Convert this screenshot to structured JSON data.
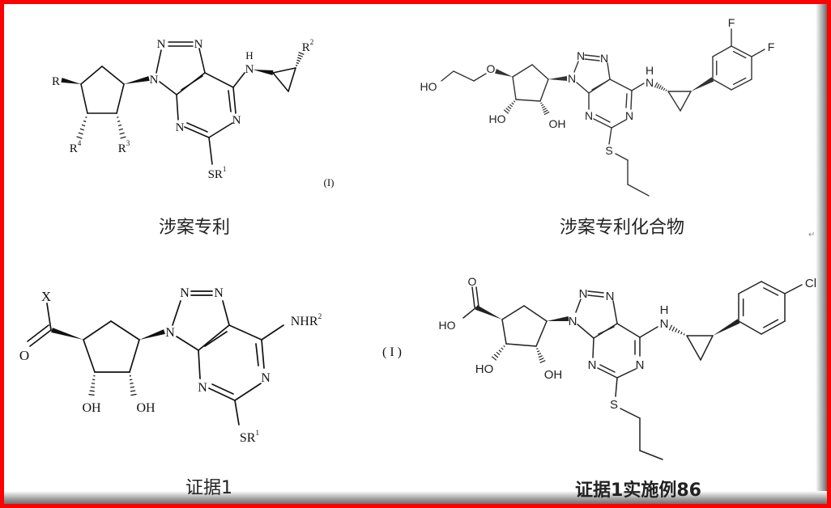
{
  "panels": {
    "patent": {
      "caption": "涉案专利",
      "formula_label": "(I)",
      "atoms": {
        "n9": "N",
        "n1": "N",
        "n2": "N",
        "h": "H",
        "nh": "N",
        "n3": "N",
        "n1p": "N",
        "r": "R",
        "r4": "R",
        "r4_sup": "4",
        "r3": "R",
        "r3_sup": "3",
        "r2": "R",
        "r2_sup": "2",
        "sr1": "SR",
        "sr1_sup": "1"
      }
    },
    "patent_compound": {
      "caption": "涉案专利化合物",
      "atoms": {
        "ho_chain": "HO",
        "o": "O",
        "ho_ring": "HO",
        "oh_ring": "OH",
        "n9": "N",
        "n1": "N",
        "n2": "N",
        "h": "H",
        "nh": "N",
        "n3": "N",
        "n1p": "N",
        "s": "S",
        "f1": "F",
        "f2": "F"
      }
    },
    "evidence1": {
      "caption": "证据1",
      "formula_label": "( I )",
      "atoms": {
        "x": "X",
        "o": "O",
        "oh1": "OH",
        "oh2": "OH",
        "n9": "N",
        "n1": "N",
        "n2": "N",
        "n3": "N",
        "n1p": "N",
        "nhr": "NHR",
        "nhr_sup": "2",
        "sr1": "SR",
        "sr1_sup": "1"
      }
    },
    "evidence1_example86": {
      "caption": "证据1实施例86",
      "atoms": {
        "o": "O",
        "ho_acid": "HO",
        "ho_ring": "HO",
        "oh_ring": "OH",
        "n9": "N",
        "n1": "N",
        "n2": "N",
        "h": "H",
        "nh": "N",
        "n3": "N",
        "n1p": "N",
        "s": "S",
        "cl": "Cl"
      }
    }
  },
  "return_mark": "↵",
  "colors": {
    "frame": "#ff0000",
    "bond_scan": "#111111",
    "bond_drawn": "#333333"
  }
}
